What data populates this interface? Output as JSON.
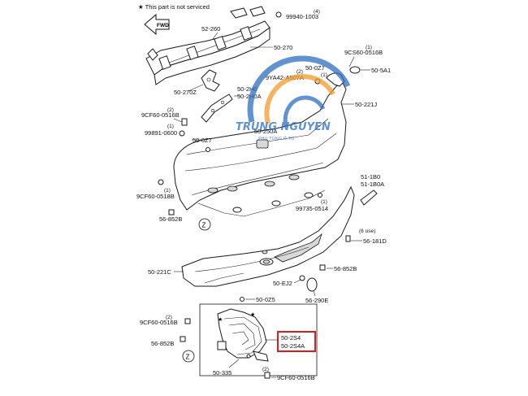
{
  "header": {
    "note": "★ This part is not serviced"
  },
  "front_marker": "FWD",
  "watermark": {
    "brand": "TRUNG NGUYEN",
    "sub": "PHỤ TÙNG Ô TÔ",
    "colors": {
      "primary": "#2b6fc1",
      "accent": "#f39a2b"
    }
  },
  "highlight_color": "#e01b1b",
  "view_marker": "Z",
  "labels": {
    "p52260": "52-260",
    "p99940": "99940-1003",
    "q99940": "(4)",
    "p50270": "50-270",
    "p9cs60": "9CS60-0516B",
    "q9cs60": "(1)",
    "p50z7a": "50-0Z7",
    "p50z7a_q": "(1)",
    "p505a1": "50-5A1",
    "p9ya42": "9YA42-A507A",
    "q9ya42": "(2)",
    "p50270z": "50-270Z",
    "p502h0": "50-2H0",
    "p502h0a": "50-2H0A",
    "p50221j": "50-221J",
    "p9cf60a": "9CF60-0516B",
    "q9cf60a": "(2)",
    "p99891": "99891-0600",
    "q99891": "(1)",
    "p50250a": "50-250A",
    "p50z7b": "50-0Z7",
    "p511b0": "51-1B0",
    "p511b0a": "51-1B0A",
    "p9cf60b": "9CF60-0518B",
    "q9cf60b": "(1)",
    "p99735": "99735-0514",
    "q99735": "(1)",
    "p56852a": "56-852B",
    "p56181": "56-181D",
    "q56181": "(6 use)",
    "p50221c": "50-221C",
    "p56852b": "56-852B",
    "p50ej2": "50-EJ2",
    "p56290": "56-290E",
    "p50z5": "50-0Z5",
    "p9cf60c": "9CF60-0516B",
    "q9cf60c": "(2)",
    "p56852c": "56-852B",
    "p502s4": "50-2S4",
    "p502s4a": "50-2S4A",
    "p50335": "50-335",
    "p9cf60d": "9CF60-0516B",
    "q9cf60d": "(2)"
  }
}
